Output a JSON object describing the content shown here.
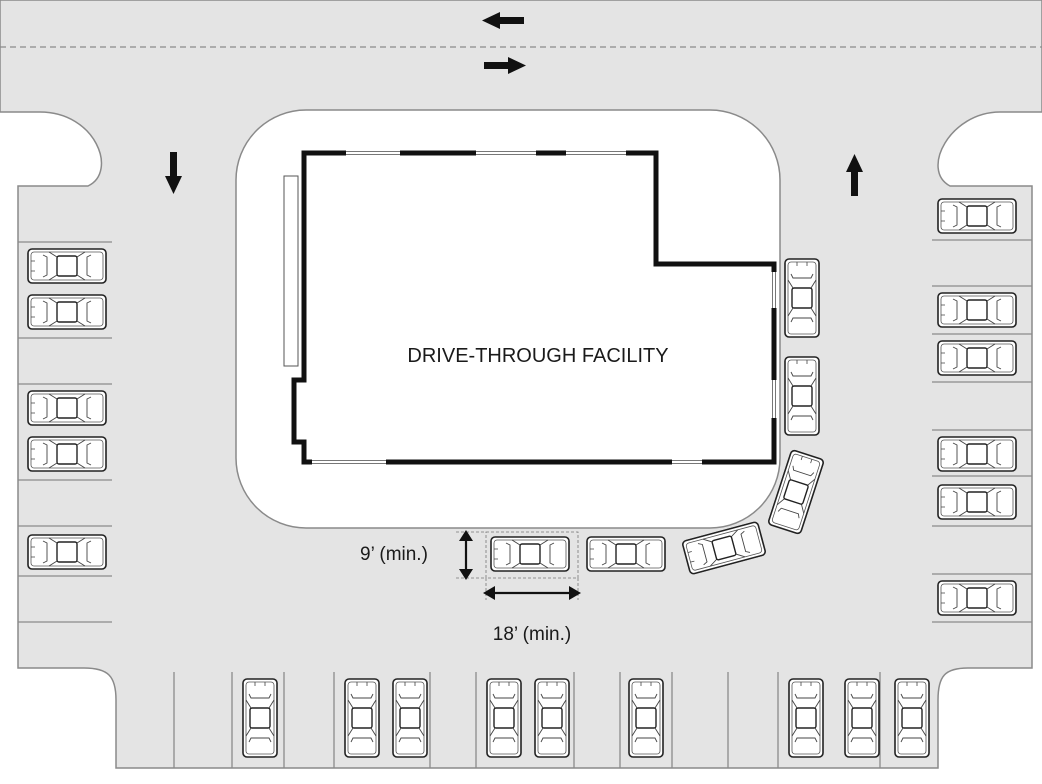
{
  "building": {
    "label": "DRIVE-THROUGH FACILITY"
  },
  "dimensions": {
    "stall_width_label": "9’ (min.)",
    "stall_length_label": "18’ (min.)"
  },
  "traffic_arrows": [
    "arrow-west-icon",
    "arrow-east-icon",
    "arrow-south-icon",
    "arrow-north-icon"
  ],
  "colors": {
    "pavement": "#e4e4e4",
    "curb_line": "#8a8a8a",
    "building_wall": "#111111",
    "island": "#ffffff"
  }
}
